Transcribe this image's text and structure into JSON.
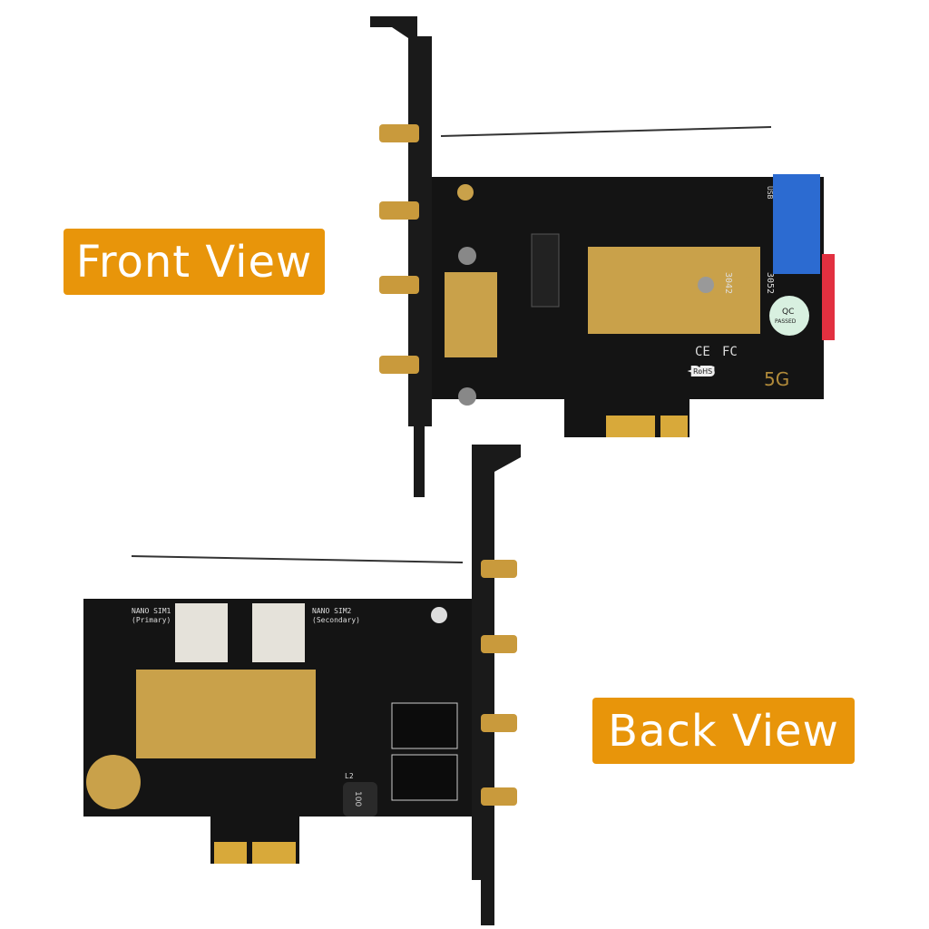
{
  "labels": {
    "front": "Front View",
    "back": "Back View"
  },
  "front_board": {
    "slot_3042": "3042",
    "slot_3052": "3052",
    "qc_line1": "QC",
    "qc_line2": "PASSED",
    "ce": "CE",
    "fc": "FC",
    "rohs": "RoHS",
    "band": "5G",
    "usb": "USB"
  },
  "back_board": {
    "sim1_line1": "NANO SIM1",
    "sim1_line2": "(Primary)",
    "sim2_line1": "NANO SIM2",
    "sim2_line2": "(Secondary)",
    "inductor": "100",
    "inductor_ref": "L2"
  },
  "colors": {
    "label_bg": "#E8950A",
    "pcb": "#141414",
    "gold": "#C9A14A",
    "usb_blue": "#2C6BD1",
    "red": "#E23040"
  }
}
